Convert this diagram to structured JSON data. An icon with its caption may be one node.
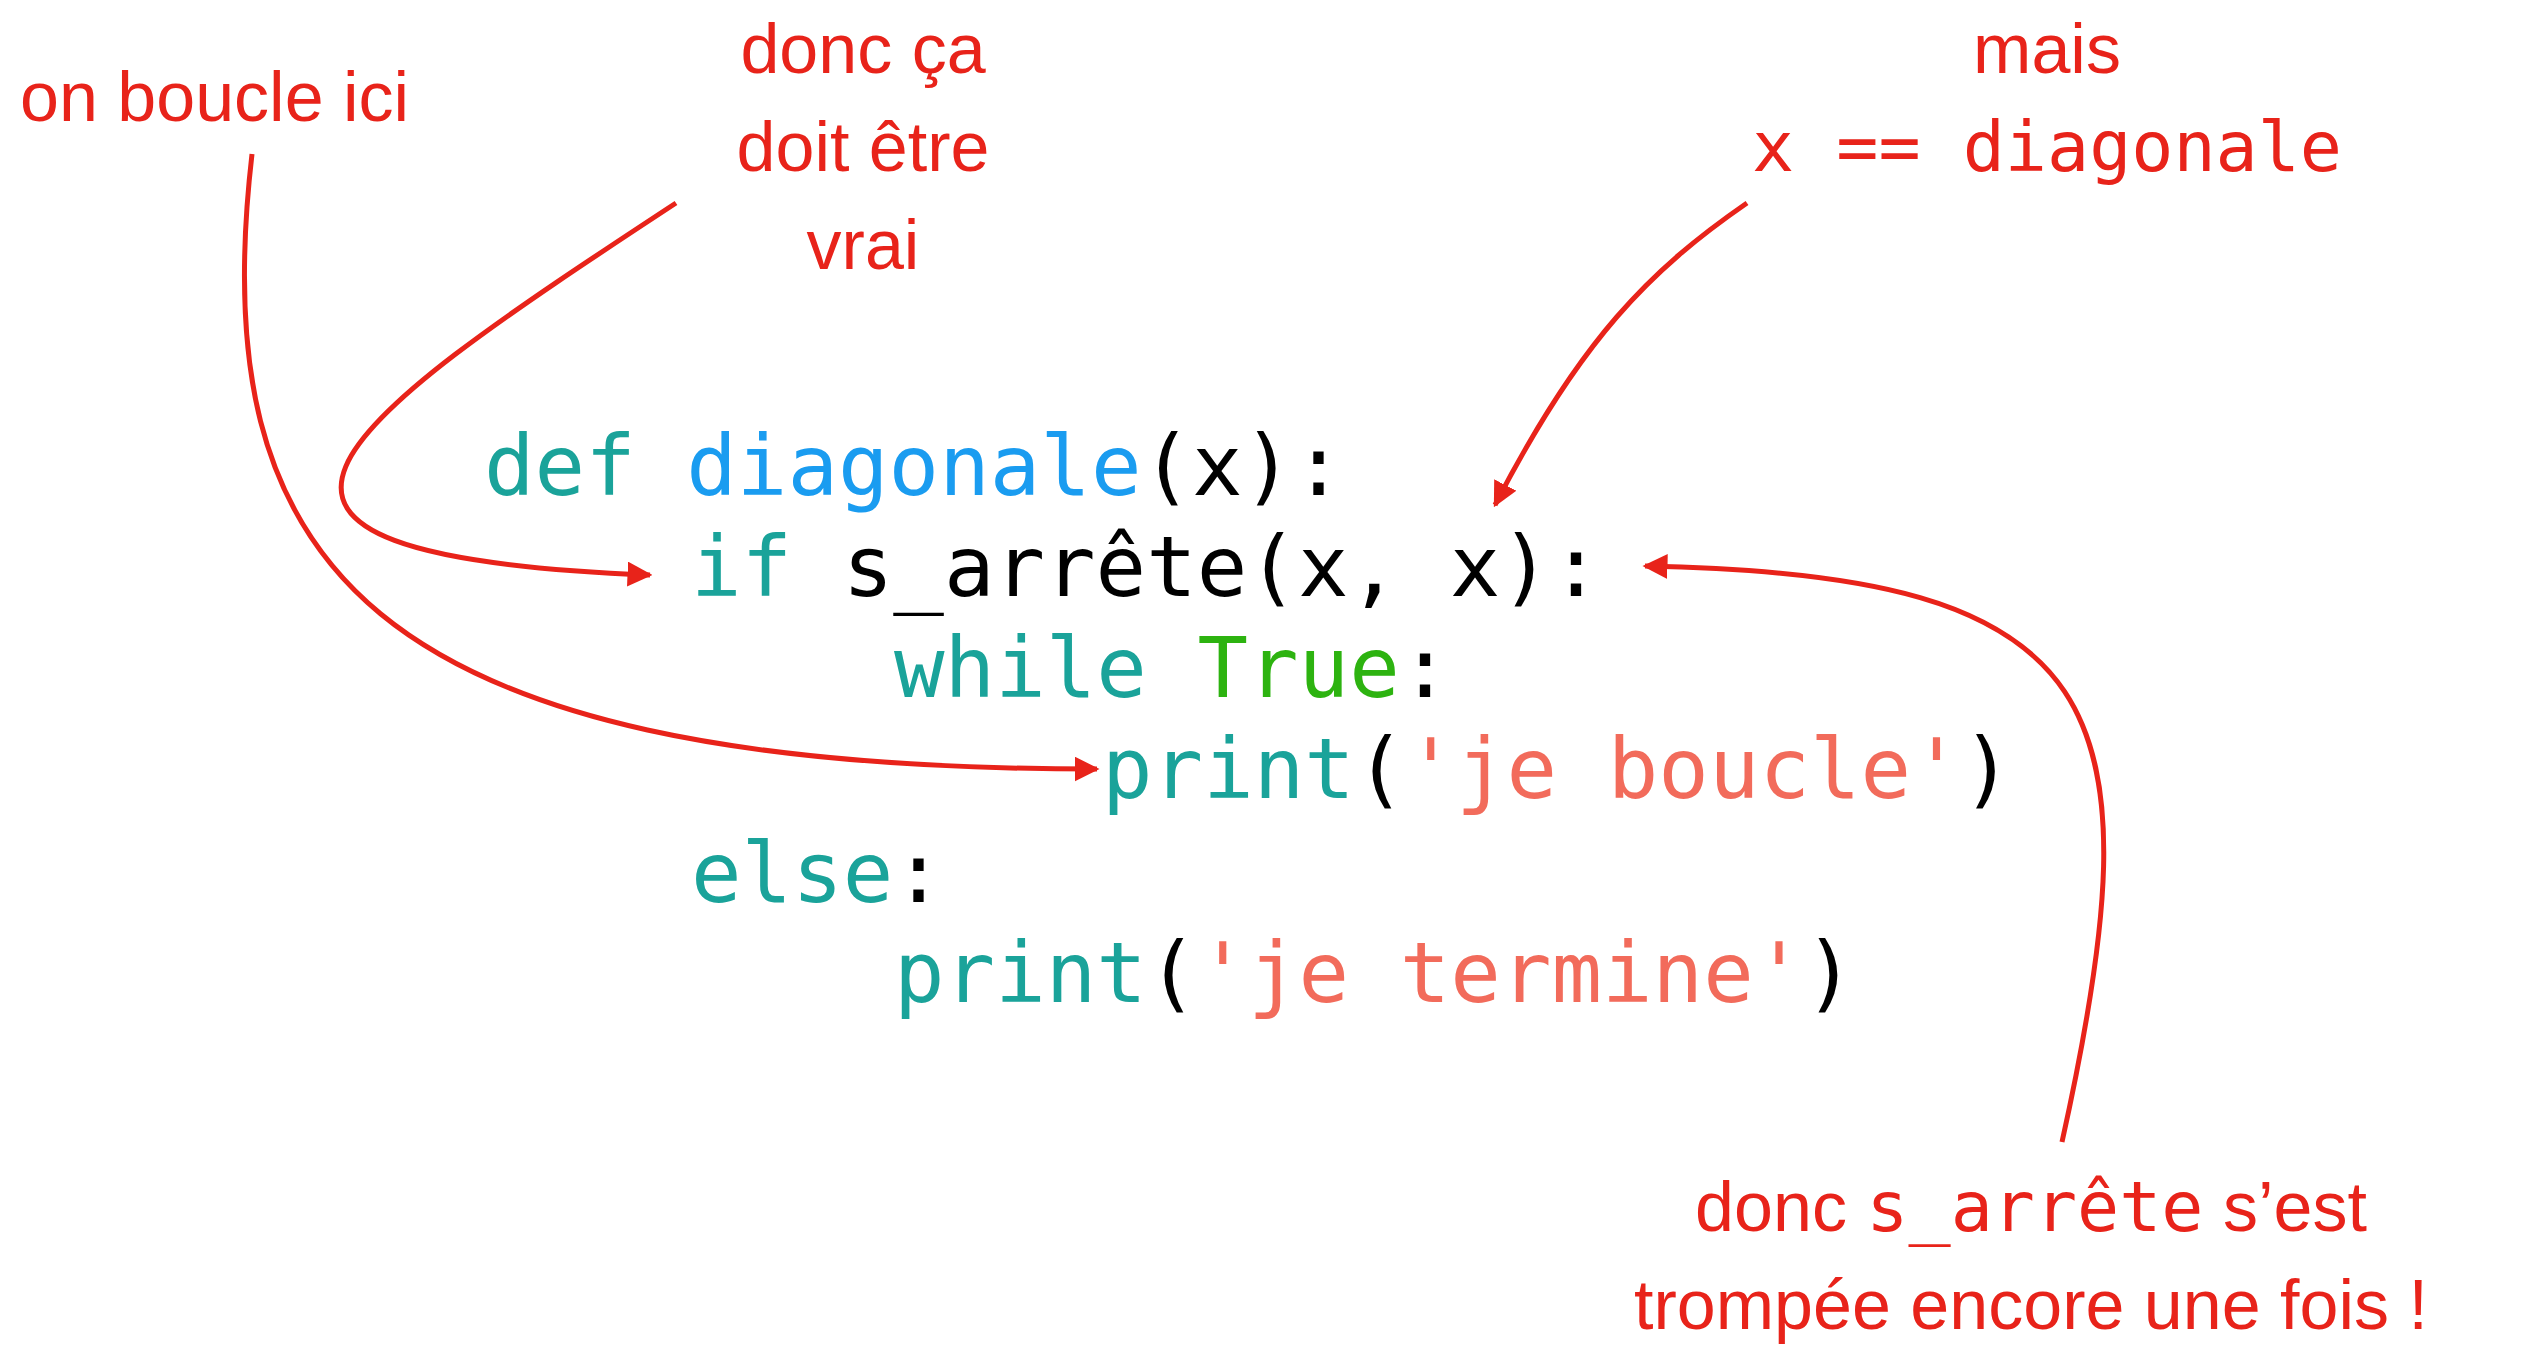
{
  "diagram": {
    "nodes": [
      {
        "text": [
          "on boucle ici"
        ]
      },
      {
        "text": [
          "donc ça doit être vrai"
        ]
      },
      {
        "text": [
          "mais",
          "x == diagonale"
        ]
      },
      {
        "text": [
          "donc",
          "s_arrête",
          "s’est",
          "trompée encore une fois !"
        ]
      },
      {
        "text": [
          "def diagonale(x):"
        ]
      },
      {
        "text": [
          "if s_arrête(x, x):"
        ]
      },
      {
        "text": [
          "while True:"
        ]
      },
      {
        "text": [
          "print('je boucle')"
        ]
      },
      {
        "text": [
          "else:"
        ]
      },
      {
        "text": [
          "print('je termine')"
        ]
      }
    ],
    "edges": [
      {
        "from": 0,
        "to": 7,
        "arrow": "to"
      },
      {
        "from": 1,
        "to": 5,
        "arrow": "to"
      },
      {
        "from": 2,
        "to": 5,
        "arrow": "to"
      },
      {
        "from": 3,
        "to": 5,
        "arrow": "to"
      }
    ]
  }
}
